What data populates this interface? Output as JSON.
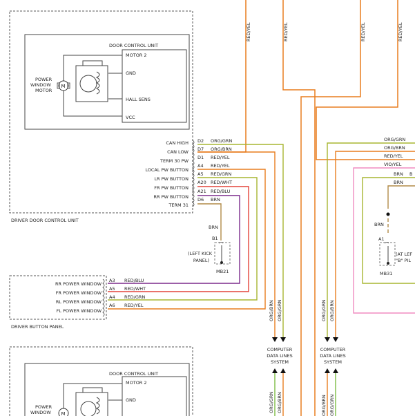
{
  "colors": {
    "orange": "#e87d1e",
    "olive": "#a7b531",
    "red": "#e4433a",
    "purple": "#7b2a8c",
    "pink": "#f08cc0",
    "brown": "#b08a47",
    "green": "#7cbc43",
    "outline": "#555555"
  },
  "top_wires": [
    "RED/YEL",
    "RED/YEL",
    "RED/YEL",
    "RED/YEL"
  ],
  "driver_door": {
    "dcu_title": "DOOR CONTROL UNIT",
    "motor_pins": [
      "MOTOR 2",
      "GND",
      "HALL SENS",
      "VCC"
    ],
    "motor_label": [
      "POWER",
      "WINDOW",
      "MOTOR"
    ],
    "motor_symbol": "M",
    "box_label": "DRIVER DOOR CONTROL UNIT",
    "pins": [
      {
        "name": "CAN HIGH",
        "pin": "D2",
        "wire": "ORG/GRN"
      },
      {
        "name": "CAN LOW",
        "pin": "D7",
        "wire": "ORG/BRN"
      },
      {
        "name": "TERM 30 PW",
        "pin": "D1",
        "wire": "RED/YEL"
      },
      {
        "name": "LOCAL PW BUTTON",
        "pin": "A4",
        "wire": "RED/YEL"
      },
      {
        "name": "LR PW BUTTON",
        "pin": "A5",
        "wire": "RED/GRN"
      },
      {
        "name": "FR PW BUTTON",
        "pin": "A20",
        "wire": "RED/WHT"
      },
      {
        "name": "RR PW BUTTON",
        "pin": "A21",
        "wire": "RED/BLU"
      },
      {
        "name": "TERM 31",
        "pin": "D6",
        "wire": "BRN"
      }
    ]
  },
  "ground_left": {
    "wire": "BRN",
    "pin": "B1",
    "location": [
      "(LEFT KICK",
      "PANEL)"
    ],
    "id": "MB21"
  },
  "driver_button_panel": {
    "box_label": "DRIVER BUTTON PANEL",
    "rows": [
      {
        "name": "RR POWER WINDOW",
        "pin": "A3",
        "wire": "RED/BLU"
      },
      {
        "name": "FR POWER WINDOW",
        "pin": "A5",
        "wire": "RED/WHT"
      },
      {
        "name": "RL POWER WINDOW",
        "pin": "A4",
        "wire": "RED/GRN"
      },
      {
        "name": "FL POWER WINDOW",
        "pin": "A6",
        "wire": "RED/YEL"
      }
    ]
  },
  "cdl_left": {
    "lines": [
      "COMPUTER",
      "DATA LINES",
      "SYSTEM"
    ],
    "wires_top": [
      "ORG/BRN",
      "ORG/GRN"
    ],
    "wires_bottom": [
      "ORG/GRN",
      "ORG/BRN"
    ]
  },
  "cdl_right": {
    "lines": [
      "COMPUTER",
      "DATA LINES",
      "SYSTEM"
    ],
    "wires_top": [
      "ORG/GRN",
      "ORG/BRN"
    ],
    "wires_bottom": [
      "ORG/BRN",
      "ORG/GRN"
    ]
  },
  "right_wires": [
    "ORG/GRN",
    "ORG/BRN",
    "RED/YEL",
    "VIO/YEL",
    "BRN",
    "BRN"
  ],
  "right_wire_cut": "B",
  "ground_right": {
    "wire": "BRN",
    "pin": "A1",
    "location": [
      "(AT LEF",
      "\"B\" PIL"
    ],
    "id": "MB31"
  },
  "passenger_door": {
    "dcu_title": "DOOR CONTROL UNIT",
    "motor_pins": [
      "MOTOR 2",
      "GND"
    ],
    "motor_label": [
      "POWER",
      "WINDOW"
    ],
    "motor_symbol": "M"
  }
}
